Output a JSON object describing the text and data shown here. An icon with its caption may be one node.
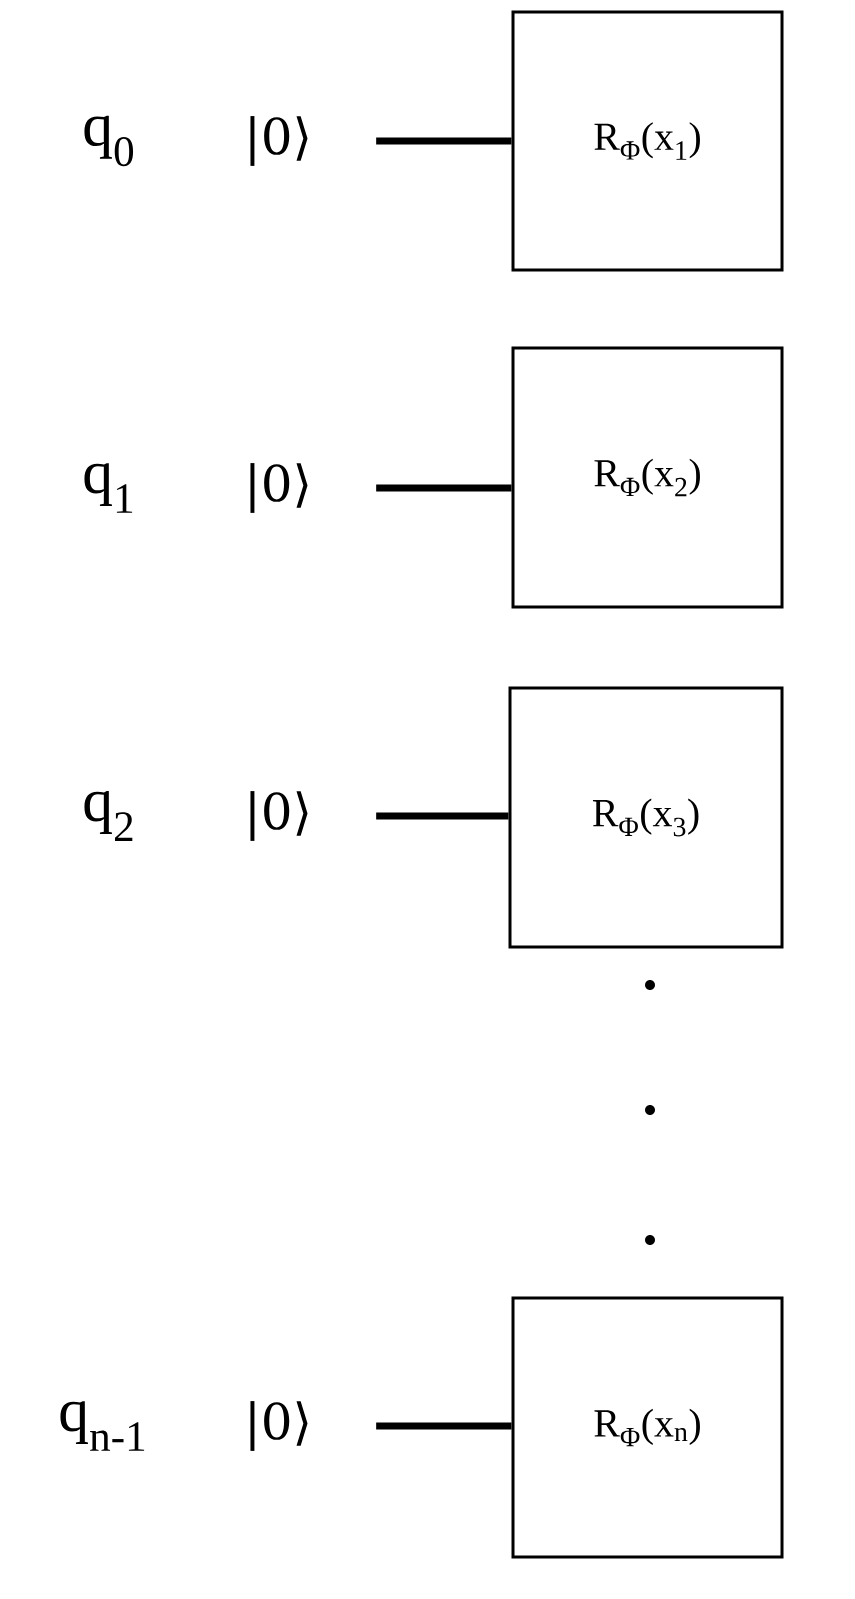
{
  "diagram": {
    "nodes": [
      {
        "text": [
          "|0⟩"
        ]
      },
      {
        "text": [
          "R$_{Φ}$(x$_{1}$)"
        ]
      },
      {
        "text": [
          "|0⟩"
        ]
      },
      {
        "text": [
          "R$_{Φ}$(x$_{2}$)"
        ]
      },
      {
        "text": [
          "|0⟩"
        ]
      },
      {
        "text": [
          "R$_{Φ}$(x$_{3}$)"
        ]
      },
      {
        "text": [
          "|0⟩"
        ]
      },
      {
        "text": [
          "R$_{Φ}$(x$_{n}$)"
        ]
      }
    ],
    "edges": [
      {
        "from": 0,
        "to": 1,
        "arrow": "none"
      },
      {
        "from": 2,
        "to": 3,
        "arrow": "none"
      },
      {
        "from": 4,
        "to": 5,
        "arrow": "none"
      },
      {
        "from": 6,
        "to": 7,
        "arrow": "none"
      }
    ],
    "labels": [
      "q$_{0}$",
      "q$_{1}$",
      "q$_{2}$",
      "q$_{n-1}$"
    ]
  }
}
